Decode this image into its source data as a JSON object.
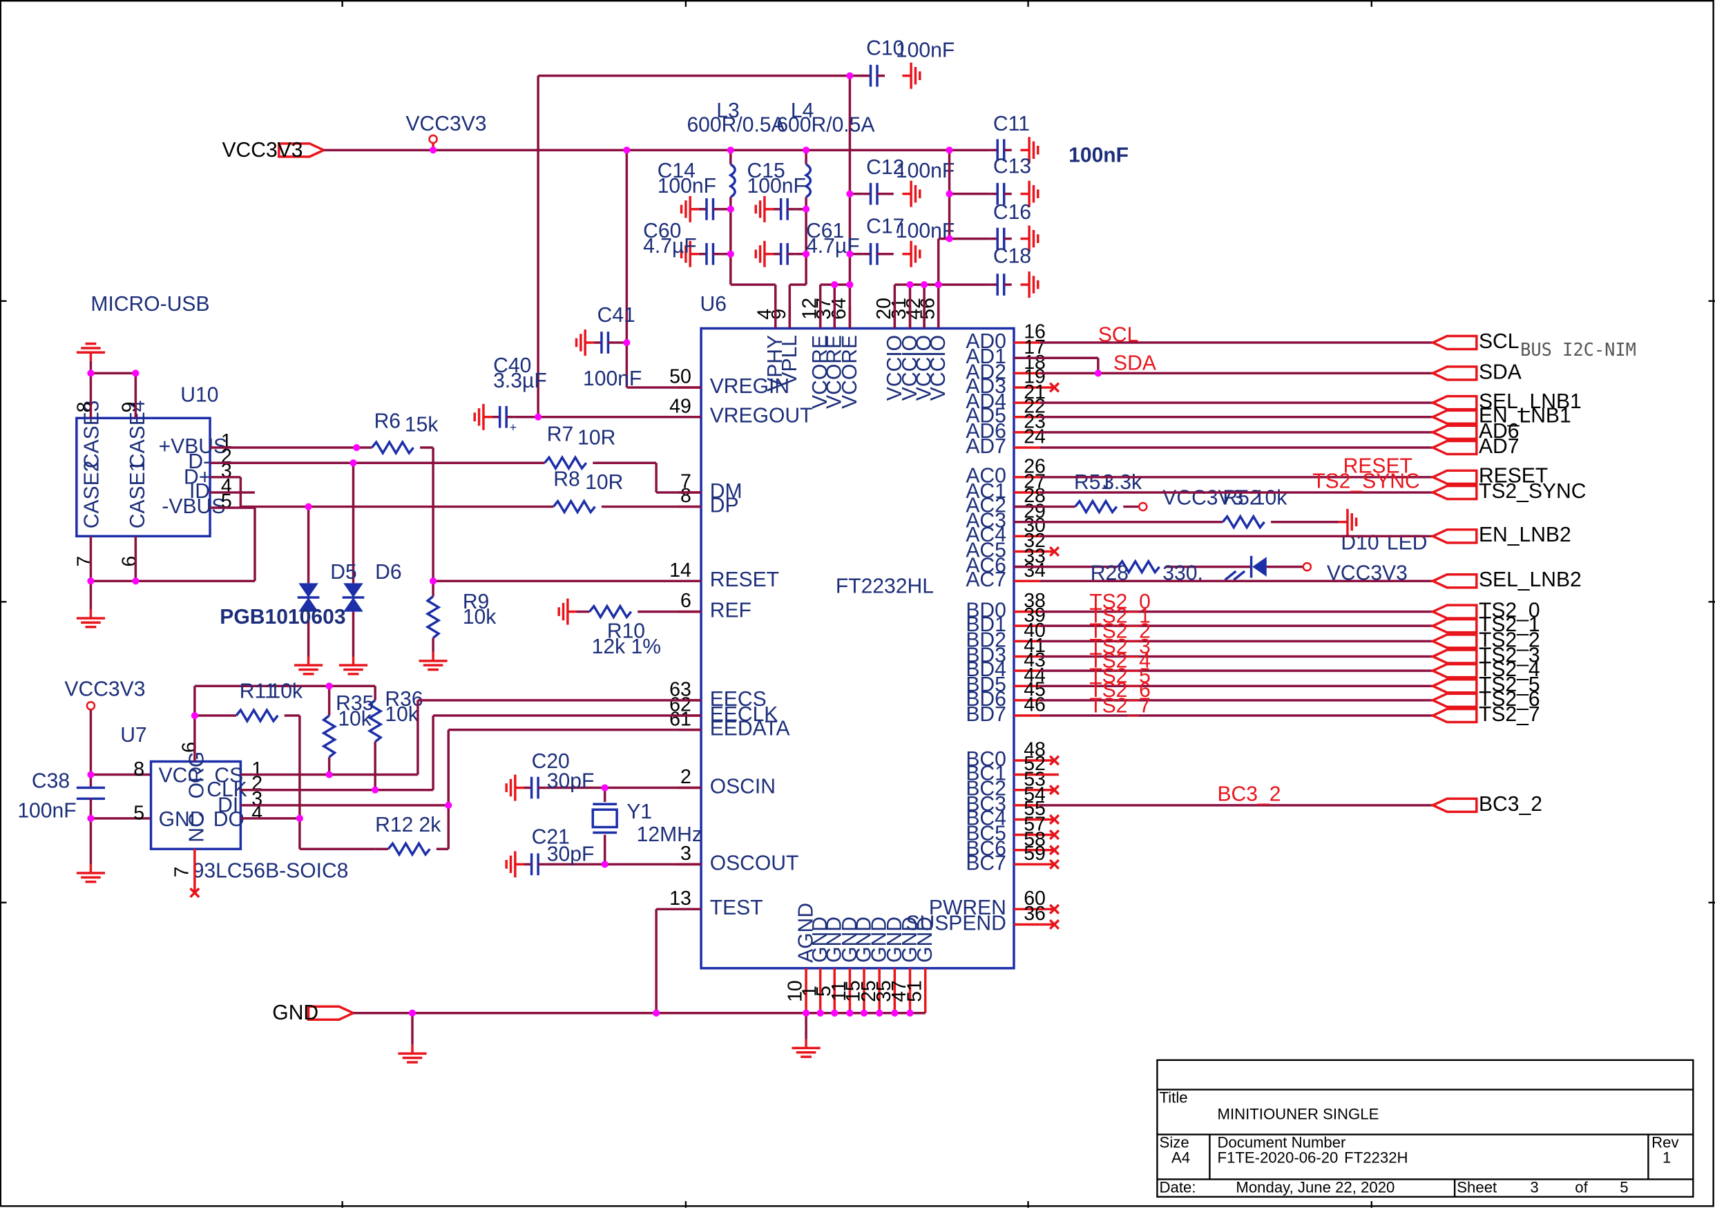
{
  "ports": {
    "vcc_in": "VCC3V3",
    "gnd_in": "GND",
    "scl": "SCL",
    "sda": "SDA",
    "sel_lnb1": "SEL_LNB1",
    "en_lnb1": "EN_LNB1",
    "ad6": "AD6",
    "ad7": "AD7",
    "reset": "RESET",
    "ts2_sync": "TS2_SYNC",
    "en_lnb2": "EN_LNB2",
    "sel_lnb2": "SEL_LNB2",
    "bc3_2": "BC3_2",
    "ts": [
      "TS2_0",
      "TS2_1",
      "TS2_2",
      "TS2_3",
      "TS2_4",
      "TS2_5",
      "TS2_6",
      "TS2_7"
    ]
  },
  "notes": {
    "bus": "BUS I2C-NIM",
    "micro_usb": "MICRO-USB",
    "vcc_top": "VCC3V3",
    "vcc_left": "VCC3V3",
    "vcc_ac2": "VCC3V3",
    "vcc_ac6": "VCC3V3"
  },
  "net_labels": {
    "scl": "SCL",
    "sda": "SDA",
    "reset": "RESET",
    "ts2_sync": "TS2_SYNC",
    "bc3_2": "BC3_2",
    "ts": [
      "TS2_0",
      "TS2_1",
      "TS2_2",
      "TS2_3",
      "TS2_4",
      "TS2_5",
      "TS2_6",
      "TS2_7"
    ]
  },
  "components": {
    "c10": {
      "ref": "C10",
      "val": "100nF"
    },
    "c11": {
      "ref": "C11"
    },
    "c13": {
      "ref": "C13"
    },
    "c16": {
      "ref": "C16"
    },
    "c18": {
      "ref": "C18"
    },
    "c11_val": "100nF",
    "c12": {
      "ref": "C12",
      "val": "100nF"
    },
    "c17": {
      "ref": "C17",
      "val": "100nF"
    },
    "c14": {
      "ref": "C14",
      "val": "100nF"
    },
    "c15": {
      "ref": "C15",
      "val": "100nF"
    },
    "c60": {
      "ref": "C60",
      "val": "4.7µF"
    },
    "c61": {
      "ref": "C61",
      "val": "4.7µF"
    },
    "l3": {
      "ref": "L3",
      "val": "600R/0.5A"
    },
    "l4": {
      "ref": "L4",
      "val": "600R/0.5A"
    },
    "c41": {
      "ref": "C41",
      "val": "100nF"
    },
    "c40": {
      "ref": "C40",
      "val": "3.3µF"
    },
    "r6": {
      "ref": "R6",
      "val": "15k"
    },
    "r7": {
      "ref": "R7",
      "val": "10R"
    },
    "r8": {
      "ref": "R8",
      "val": "10R"
    },
    "r9": {
      "ref": "R9",
      "val": "10k"
    },
    "r10": {
      "ref": "R10",
      "val": "12k 1%"
    },
    "r11": {
      "ref": "R11",
      "val": "10k"
    },
    "r35": {
      "ref": "R35",
      "val": "10k"
    },
    "r36": {
      "ref": "R36",
      "val": "10k"
    },
    "r12": {
      "ref": "R12",
      "val": "2k"
    },
    "r51": {
      "ref": "R51",
      "val": "3.3k"
    },
    "r52": {
      "ref": "R52",
      "val": "10k"
    },
    "r28": {
      "ref": "R28",
      "val": "330."
    },
    "d10": {
      "ref": "D10",
      "val": "LED"
    },
    "d5": "D5",
    "d6": "D6",
    "pgb": "PGB1010603",
    "c20": {
      "ref": "C20",
      "val": "30pF"
    },
    "c21": {
      "ref": "C21",
      "val": "30pF"
    },
    "y1": {
      "ref": "Y1",
      "val": "12MHz"
    },
    "c38": {
      "ref": "C38",
      "val": "100nF"
    },
    "u6": {
      "ref": "U6",
      "part": "FT2232HL"
    },
    "u10": {
      "ref": "U10"
    },
    "u7": {
      "ref": "U7",
      "part": "93LC56B-SOIC8"
    }
  },
  "u10": {
    "left": [
      "CASE3",
      "CASE2"
    ],
    "right": [
      "CASE4",
      "CASE1"
    ],
    "pins": [
      "+VBUS",
      "D-",
      "D+",
      "ID",
      "-VBUS"
    ],
    "nums": [
      "1",
      "2",
      "3",
      "4",
      "5"
    ],
    "case_nums": [
      "8",
      "9",
      "7",
      "6"
    ]
  },
  "u7": {
    "left": [
      "VCC",
      "GND"
    ],
    "left_nums": [
      "8",
      "5"
    ],
    "right": [
      "CS",
      "CLK",
      "DI",
      "DO"
    ],
    "right_nums": [
      "1",
      "2",
      "3",
      "4"
    ],
    "org": "ORG",
    "org_num": "6",
    "nc": "NC",
    "nc_num": "7"
  },
  "u6": {
    "left": [
      {
        "name": "VREGIN",
        "num": "50"
      },
      {
        "name": "VREGOUT",
        "num": "49"
      },
      {
        "name": "DM",
        "num": "7"
      },
      {
        "name": "DP",
        "num": "8"
      },
      {
        "name": "RESET",
        "num": "14"
      },
      {
        "name": "REF",
        "num": "6"
      },
      {
        "name": "EECS",
        "num": "63"
      },
      {
        "name": "EECLK",
        "num": "62"
      },
      {
        "name": "EEDATA",
        "num": "61"
      },
      {
        "name": "OSCIN",
        "num": "2"
      },
      {
        "name": "OSCOUT",
        "num": "3"
      },
      {
        "name": "TEST",
        "num": "13"
      }
    ],
    "top": [
      {
        "name": "VPHY",
        "num": "4"
      },
      {
        "name": "VPLL",
        "num": "9"
      },
      {
        "name": "VCORE",
        "num": "12"
      },
      {
        "name": "VCORE",
        "num": "37"
      },
      {
        "name": "VCORE",
        "num": "64"
      },
      {
        "name": "VCCIO",
        "num": "20"
      },
      {
        "name": "VCCIO",
        "num": "31"
      },
      {
        "name": "VCCIO",
        "num": "42"
      },
      {
        "name": "VCCIO",
        "num": "56"
      }
    ],
    "bottom": [
      {
        "name": "AGND",
        "num": "10"
      },
      {
        "name": "GND",
        "num": "1"
      },
      {
        "name": "GND",
        "num": "5"
      },
      {
        "name": "GND",
        "num": "11"
      },
      {
        "name": "GND",
        "num": "15"
      },
      {
        "name": "GND",
        "num": "25"
      },
      {
        "name": "GND",
        "num": "35"
      },
      {
        "name": "GND",
        "num": "47"
      },
      {
        "name": "GND",
        "num": "51"
      }
    ],
    "right": [
      {
        "name": "AD0",
        "num": "16"
      },
      {
        "name": "AD1",
        "num": "17"
      },
      {
        "name": "AD2",
        "num": "18"
      },
      {
        "name": "AD3",
        "num": "19"
      },
      {
        "name": "AD4",
        "num": "21"
      },
      {
        "name": "AD5",
        "num": "22"
      },
      {
        "name": "AD6",
        "num": "23"
      },
      {
        "name": "AD7",
        "num": "24"
      },
      {
        "name": "AC0",
        "num": "26"
      },
      {
        "name": "AC1",
        "num": "27"
      },
      {
        "name": "AC2",
        "num": "28"
      },
      {
        "name": "AC3",
        "num": "29"
      },
      {
        "name": "AC4",
        "num": "30"
      },
      {
        "name": "AC5",
        "num": "32"
      },
      {
        "name": "AC6",
        "num": "33"
      },
      {
        "name": "AC7",
        "num": "34"
      },
      {
        "name": "BD0",
        "num": "38"
      },
      {
        "name": "BD1",
        "num": "39"
      },
      {
        "name": "BD2",
        "num": "40"
      },
      {
        "name": "BD3",
        "num": "41"
      },
      {
        "name": "BD4",
        "num": "43"
      },
      {
        "name": "BD5",
        "num": "44"
      },
      {
        "name": "BD6",
        "num": "45"
      },
      {
        "name": "BD7",
        "num": "46"
      },
      {
        "name": "BC0",
        "num": "48"
      },
      {
        "name": "BC1",
        "num": "52"
      },
      {
        "name": "BC2",
        "num": "53"
      },
      {
        "name": "BC3",
        "num": "54"
      },
      {
        "name": "BC4",
        "num": "55"
      },
      {
        "name": "BC5",
        "num": "57"
      },
      {
        "name": "BC6",
        "num": "58"
      },
      {
        "name": "BC7",
        "num": "59"
      },
      {
        "name": "PWREN",
        "num": "60"
      },
      {
        "name": "SUSPEND",
        "num": "36"
      }
    ]
  },
  "title_block": {
    "title_label": "Title",
    "title": "MINITIOUNER SINGLE",
    "size_label": "Size",
    "size": "A4",
    "docnum_label": "Document Number",
    "docnum": "F1TE-2020-06-20",
    "docname": "FT2232H",
    "rev_label": "Rev",
    "rev": "1",
    "date_label": "Date:",
    "date": "Monday, June 22, 2020",
    "sheet_label": "Sheet",
    "sheet": "3",
    "of_label": "of",
    "of": "5"
  }
}
